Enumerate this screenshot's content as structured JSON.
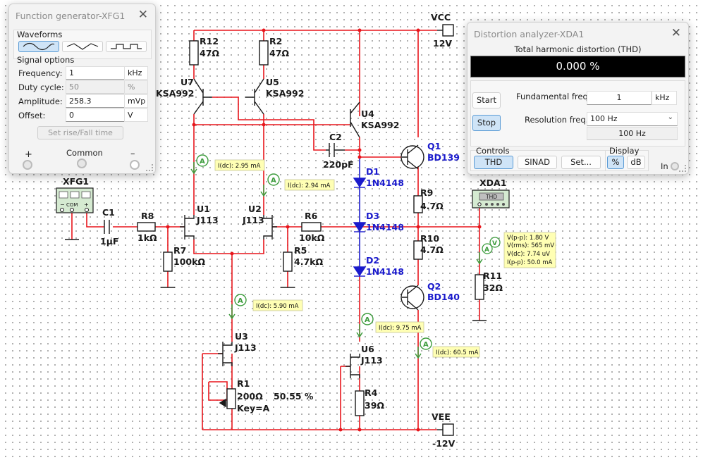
{
  "schematic": {
    "components": {
      "vcc_label": "VCC",
      "vcc_value": "12V",
      "vee_label": "VEE",
      "vee_value": "-12V",
      "r12": {
        "name": "R12",
        "value": "47Ω"
      },
      "r2": {
        "name": "R2",
        "value": "47Ω"
      },
      "u7": {
        "name": "U7",
        "part": "KSA992"
      },
      "u5": {
        "name": "U5",
        "part": "KSA992"
      },
      "u4": {
        "name": "U4",
        "part": "KSA992"
      },
      "c2": {
        "name": "C2",
        "value": "220pF"
      },
      "q1": {
        "name": "Q1",
        "part": "BD139"
      },
      "q2": {
        "name": "Q2",
        "part": "BD140"
      },
      "d1": {
        "name": "D1",
        "part": "1N4148"
      },
      "d3": {
        "name": "D3",
        "part": "1N4148"
      },
      "d2": {
        "name": "D2",
        "part": "1N4148"
      },
      "r9": {
        "name": "R9",
        "value": "4.7Ω"
      },
      "r10": {
        "name": "R10",
        "value": "4.7Ω"
      },
      "u1": {
        "name": "U1",
        "part": "J113"
      },
      "u2": {
        "name": "U2",
        "part": "J113"
      },
      "r6": {
        "name": "R6",
        "value": "10kΩ"
      },
      "r5": {
        "name": "R5",
        "value": "4.7kΩ"
      },
      "r7": {
        "name": "R7",
        "value": "100kΩ"
      },
      "r8": {
        "name": "R8",
        "value": "1kΩ"
      },
      "c1": {
        "name": "C1",
        "value": "1µF"
      },
      "xfg1": {
        "name": "XFG1",
        "com": "COM",
        "minus": "−",
        "plus": "+"
      },
      "xda1": {
        "name": "XDA1",
        "thd": "THD"
      },
      "r11": {
        "name": "R11",
        "value": "32Ω"
      },
      "u3": {
        "name": "U3",
        "part": "J113"
      },
      "u6": {
        "name": "U6",
        "part": "J113"
      },
      "r1": {
        "name": "R1",
        "value": "200Ω",
        "key": "Key=A",
        "percent": "50.55 %"
      },
      "r4": {
        "name": "R4",
        "value": "39Ω"
      }
    },
    "probes": [
      {
        "id": "probe-u7",
        "letter": "A",
        "text": "I(dc): 2.95 mA"
      },
      {
        "id": "probe-u5",
        "letter": "A",
        "text": "I(dc): 2.94 mA"
      },
      {
        "id": "probe-u3",
        "letter": "A",
        "text": "I(dc): 5.90 mA"
      },
      {
        "id": "probe-u6",
        "letter": "A",
        "text": "I(dc): 9.75 mA"
      },
      {
        "id": "probe-q2",
        "letter": "A",
        "text": "I(dc): 60.5 mA"
      }
    ],
    "output_probe": {
      "letter_a": "A",
      "letter_v": "V",
      "lines": [
        "V(p-p): 1.80 V",
        "V(rms): 565 mV",
        "V(dc): 7.74 uV",
        "I(p-p): 50.0 mA"
      ]
    }
  },
  "function_generator": {
    "title": "Function generator-XFG1",
    "close": "✕",
    "waveforms_label": "Waveforms",
    "signal_options_label": "Signal options",
    "rows": [
      {
        "label": "Frequency:",
        "value": "1",
        "unit": "kHz",
        "disabled": false
      },
      {
        "label": "Duty cycle:",
        "value": "50",
        "unit": "%",
        "disabled": true
      },
      {
        "label": "Amplitude:",
        "value": "258.3",
        "unit": "mVp",
        "disabled": false
      },
      {
        "label": "Offset:",
        "value": "0",
        "unit": "V",
        "disabled": false
      }
    ],
    "rise_fall_button": "Set rise/Fall time",
    "plus": "+",
    "common": "Common",
    "minus": "–"
  },
  "distortion_analyzer": {
    "title": "Distortion analyzer-XDA1",
    "close": "✕",
    "thd_heading": "Total harmonic distortion (THD)",
    "display_value": "0.000 %",
    "start_button": "Start",
    "stop_button": "Stop",
    "fundamental_label": "Fundamental freq.",
    "fundamental_value": "1",
    "fundamental_unit": "kHz",
    "resolution_label": "Resolution freq.",
    "resolution_value": "100 Hz",
    "resolution_readout": "100 Hz",
    "controls_label": "Controls",
    "thd_button": "THD",
    "sinad_button": "SINAD",
    "set_button": "Set...",
    "display_label": "Display",
    "percent_button": "%",
    "db_button": "dB",
    "in_label": "In"
  },
  "colors": {
    "wire": "#e8151b",
    "component": "#1a1a1a",
    "blue_wire": "#1a1acc",
    "probe_note": "#ffffb4",
    "probe_green": "#3d9c3d"
  }
}
